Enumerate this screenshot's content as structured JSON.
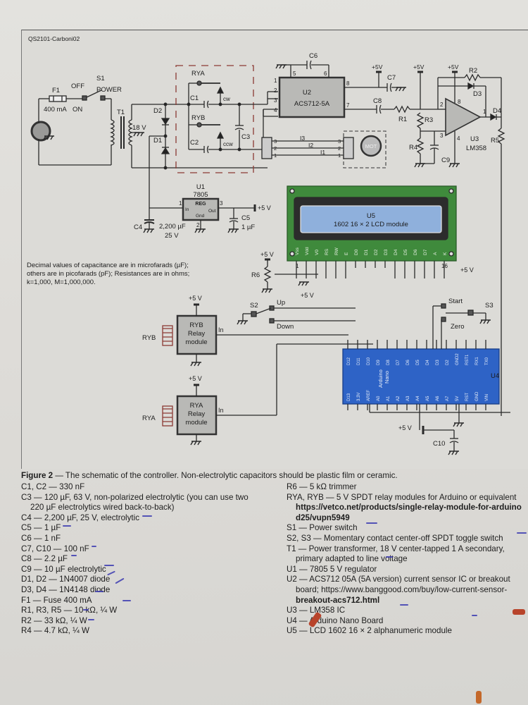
{
  "figure_id": "QS2101-Carboni02",
  "note": {
    "line1": "Decimal values of capacitance are in microfarads (µF);",
    "line2": "others are in picofarads (pF); Resistances are in ohms;",
    "line3": "k=1,000, M=1,000,000."
  },
  "labels": {
    "f1": "F1",
    "f1_val": "400 mA",
    "off": "OFF",
    "on": "ON",
    "s1": "S1",
    "power": "POWER",
    "t1": "T1",
    "t1_v": "18 V",
    "d1": "D1",
    "d2": "D2",
    "rya": "RYA",
    "ryb": "RYB",
    "c1": "C1",
    "c2": "C2",
    "c3": "C3",
    "cw": "cw",
    "ccw": "ccw",
    "c6": "C6",
    "u2": "U2",
    "u2_part": "ACS712-5A",
    "u2_p1": "1",
    "u2_p2": "2",
    "u2_p3": "3",
    "u2_p4": "4",
    "u2_p5": "5",
    "u2_p6": "6",
    "u2_p7": "7",
    "u2_p8": "8",
    "p5v": "+5V",
    "p5v_s": "+5 V",
    "c7": "C7",
    "c8": "C8",
    "r1": "R1",
    "r2": "R2",
    "r3": "R3",
    "r4": "R4",
    "r5": "R5",
    "d3": "D3",
    "d4": "D4",
    "c9": "C9",
    "u3": "U3",
    "u3_part": "LM358",
    "op_p1": "1",
    "op_p2": "2",
    "op_p3": "3",
    "op_p4": "4",
    "op_p8": "8",
    "i1": "I1",
    "i2": "I2",
    "i3": "I3",
    "mot": "MOT",
    "t1n": "1",
    "t2n": "2",
    "t3n": "3",
    "u1": "U1",
    "u1_part": "7805",
    "reg": "REG",
    "reg_in": "In",
    "reg_out": "Out",
    "reg_gnd": "Gnd",
    "reg_p1": "1",
    "reg_p2": "2",
    "reg_p3": "3",
    "c4": "C4",
    "c4_val": "2,200 µF",
    "c4_v": "25 V",
    "c5": "C5",
    "c5_val": "1 µF",
    "u5": "U5",
    "u5_part": "1602 16 × 2 LCD  module",
    "lcd_p1": "1",
    "lcd_p16": "16",
    "r6": "R6",
    "s2": "S2",
    "up": "Up",
    "down": "Down",
    "s3": "S3",
    "start": "Start",
    "zero": "Zero",
    "ryb_mod": [
      "RYB",
      "Relay",
      "module"
    ],
    "rya_mod": [
      "RYA",
      "Relay",
      "module"
    ],
    "in": "In",
    "u4": "U4",
    "nano1": "Arduino",
    "nano2": "Nano",
    "c10": "C10"
  },
  "lcd_pins": [
    "Vss",
    "Vdd",
    "V0",
    "RS",
    "RW",
    "E",
    "D0",
    "D1",
    "D2",
    "D3",
    "D4",
    "D5",
    "D6",
    "D7",
    "A",
    "K"
  ],
  "nano_top_pins": [
    "D12",
    "D11",
    "D10",
    "D9",
    "D8",
    "D7",
    "D6",
    "D5",
    "D4",
    "D3",
    "D2",
    "GND2",
    "RST1",
    "RX1",
    "TX0"
  ],
  "nano_bottom_pins": [
    "D13",
    "3.3V",
    "AREF",
    "A0",
    "A1",
    "A2",
    "A3",
    "A4",
    "A5",
    "A6",
    "A7",
    "5V",
    "RST",
    "GND",
    "VIN"
  ],
  "caption": {
    "label": "Figure 2",
    "text": " — The schematic of the controller. Non-electrolytic capacitors should be plastic film or ceramic."
  },
  "parts_left": [
    {
      "text": "C1, C2 — 330 nF"
    },
    {
      "text": "C3 — 120 µF, 63 V, non-polarized electrolytic (you can use two"
    },
    {
      "text": "220 µF electrolytics wired back-to-back)",
      "indent": true
    },
    {
      "text": "C4 — 2,200 µF, 25 V, electrolytic"
    },
    {
      "text": "C5 — 1 µF"
    },
    {
      "text": "C6 — 1 nF"
    },
    {
      "text": "C7, C10 — 100 nF"
    },
    {
      "text": "C8 — 2.2 µF"
    },
    {
      "text": "C9 — 10 µF electrolytic"
    },
    {
      "text": "D1, D2 — 1N4007 diode"
    },
    {
      "text": "D3, D4 — 1N4148 diode"
    },
    {
      "text": "F1 — Fuse 400 mA"
    },
    {
      "text": "R1, R3, R5 — 10 kΩ, ¼ W"
    },
    {
      "text": "R2 — 33 kΩ, ¼ W"
    },
    {
      "text": "R4 — 4.7 kΩ, ¼ W"
    }
  ],
  "parts_right": [
    {
      "text": "R6 — 5 kΩ trimmer"
    },
    {
      "text": "RYA, RYB — 5 V SPDT relay modules for Arduino or equivalent"
    },
    {
      "text": "https://vetco.net/products/single-relay-module-for-arduino",
      "indent": true,
      "bold": true
    },
    {
      "text": "d25/vupn5949",
      "indent": true,
      "bold": true
    },
    {
      "text": "S1 — Power switch"
    },
    {
      "text": "S2, S3 — Momentary contact center-off SPDT toggle switch"
    },
    {
      "text": "T1 — Power transformer, 18 V center-tapped 1 A secondary,"
    },
    {
      "text": "primary adapted to line voltage",
      "indent": true
    },
    {
      "text": "U1 — 7805 5 V regulator"
    },
    {
      "text": "U2 — ACS712 05A (5A version) current sensor IC or breakout"
    },
    {
      "text": "board; https://www.banggood.com/buy/low-current-sensor-",
      "indent": true,
      "boldpart": true
    },
    {
      "text": "breakout-acs712.html",
      "indent": true,
      "bold": true
    },
    {
      "text": "U3 — LM358 IC"
    },
    {
      "text": "U4 — Arduino Nano Board"
    },
    {
      "text": "U5 — LCD 1602 16 × 2 alphanumeric module"
    }
  ],
  "colors": {
    "wire": "#2a2a2a",
    "dashed_box": "#8b3a34",
    "lcd_pcb": "#3f8a3c",
    "lcd_screen": "#8fb0dc",
    "nano_board": "#2e63c6",
    "ic_fill": "#b9b9b6",
    "coil": "#8b3a34"
  }
}
